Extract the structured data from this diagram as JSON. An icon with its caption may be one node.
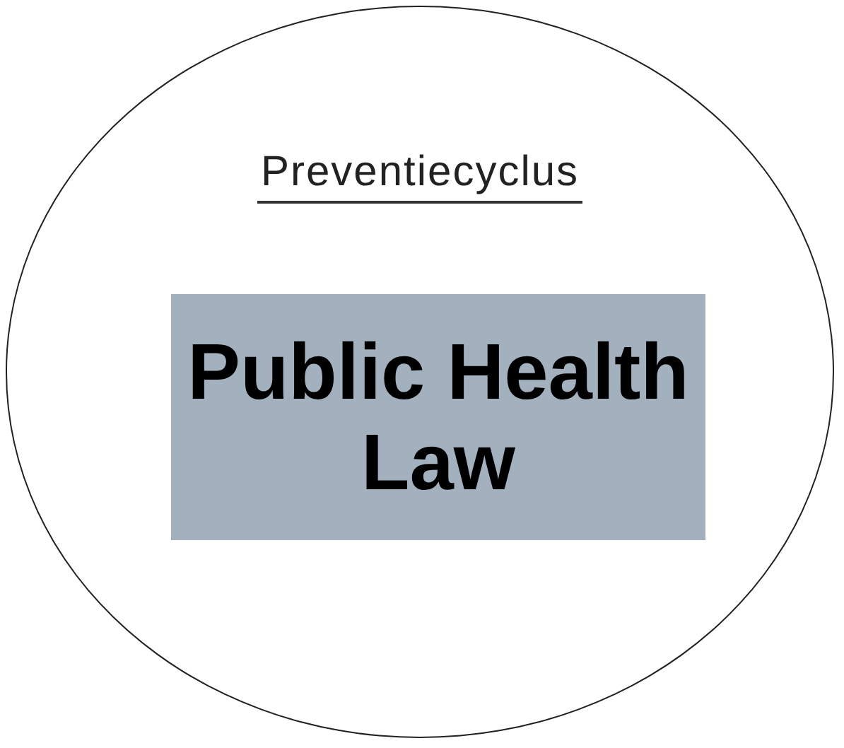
{
  "diagram": {
    "nodes": [
      {
        "text": [
          "Preventiecyclus"
        ]
      },
      {
        "text": [
          "Public Health Law"
        ],
        "in": 0
      }
    ]
  }
}
